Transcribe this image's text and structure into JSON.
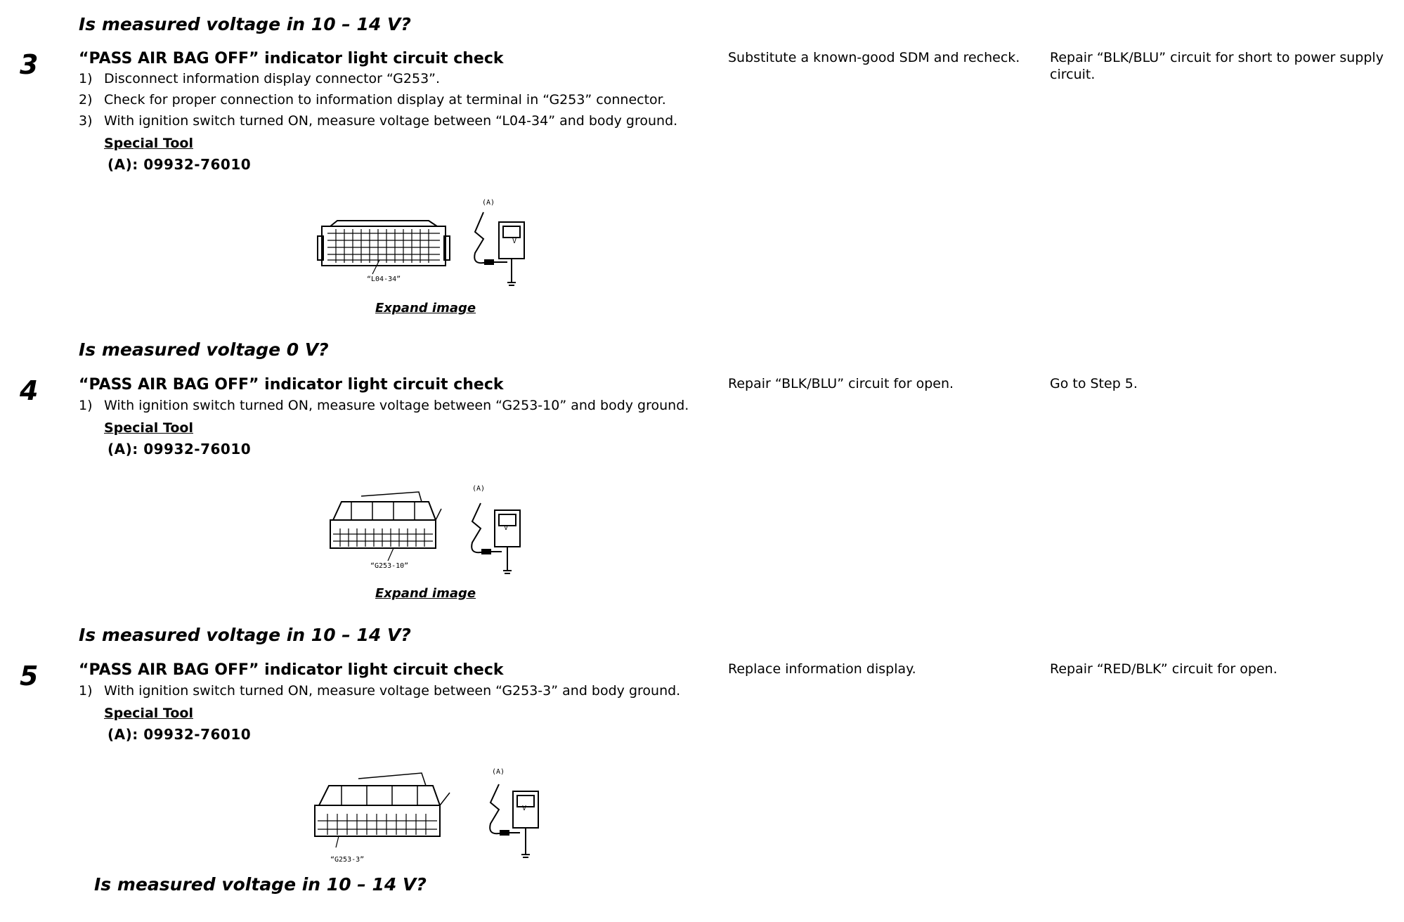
{
  "top_question": "Is measured voltage in 10 – 14 V?",
  "steps": [
    {
      "number": "3",
      "title": "“PASS AIR BAG OFF” indicator light circuit check",
      "lines": [
        {
          "num": "1)",
          "text": "Disconnect information display connector “G253”."
        },
        {
          "num": "2)",
          "text": "Check for proper connection to information display at terminal in “G253” connector."
        },
        {
          "num": "3)",
          "text": "With ignition switch turned ON, measure voltage between “L04-34” and body ground."
        }
      ],
      "special_tool_label": "Special Tool",
      "tool_code": "(A): 09932-76010",
      "diagram": {
        "tool_label": "(A)",
        "terminal_label": "“L04-34”",
        "meter_label": "V"
      },
      "expand_label": "Expand image",
      "question": "Is measured voltage 0 V?",
      "yes": "Substitute a known-good SDM and recheck.",
      "no": "Repair “BLK/BLU” circuit for short to power supply circuit."
    },
    {
      "number": "4",
      "title": "“PASS AIR BAG OFF” indicator light circuit check",
      "lines": [
        {
          "num": "1)",
          "text": "With ignition switch turned ON, measure voltage between “G253-10” and body ground."
        }
      ],
      "special_tool_label": "Special Tool",
      "tool_code": "(A): 09932-76010",
      "diagram": {
        "tool_label": "(A)",
        "terminal_label": "“G253-10”",
        "meter_label": "V"
      },
      "expand_label": "Expand image",
      "question": "Is measured voltage in 10 – 14 V?",
      "yes": "Repair “BLK/BLU” circuit for open.",
      "no": "Go to Step 5."
    },
    {
      "number": "5",
      "title": "“PASS AIR BAG OFF” indicator light circuit check",
      "lines": [
        {
          "num": "1)",
          "text": "With ignition switch turned ON, measure voltage between “G253-3” and body ground."
        }
      ],
      "special_tool_label": "Special Tool",
      "tool_code": "(A): 09932-76010",
      "diagram": {
        "tool_label": "(A)",
        "terminal_label": "“G253-3”",
        "meter_label": "V"
      },
      "question": "Is measured voltage in 10 – 14 V?",
      "yes": "Replace information display.",
      "no": "Repair “RED/BLK” circuit for open."
    }
  ]
}
